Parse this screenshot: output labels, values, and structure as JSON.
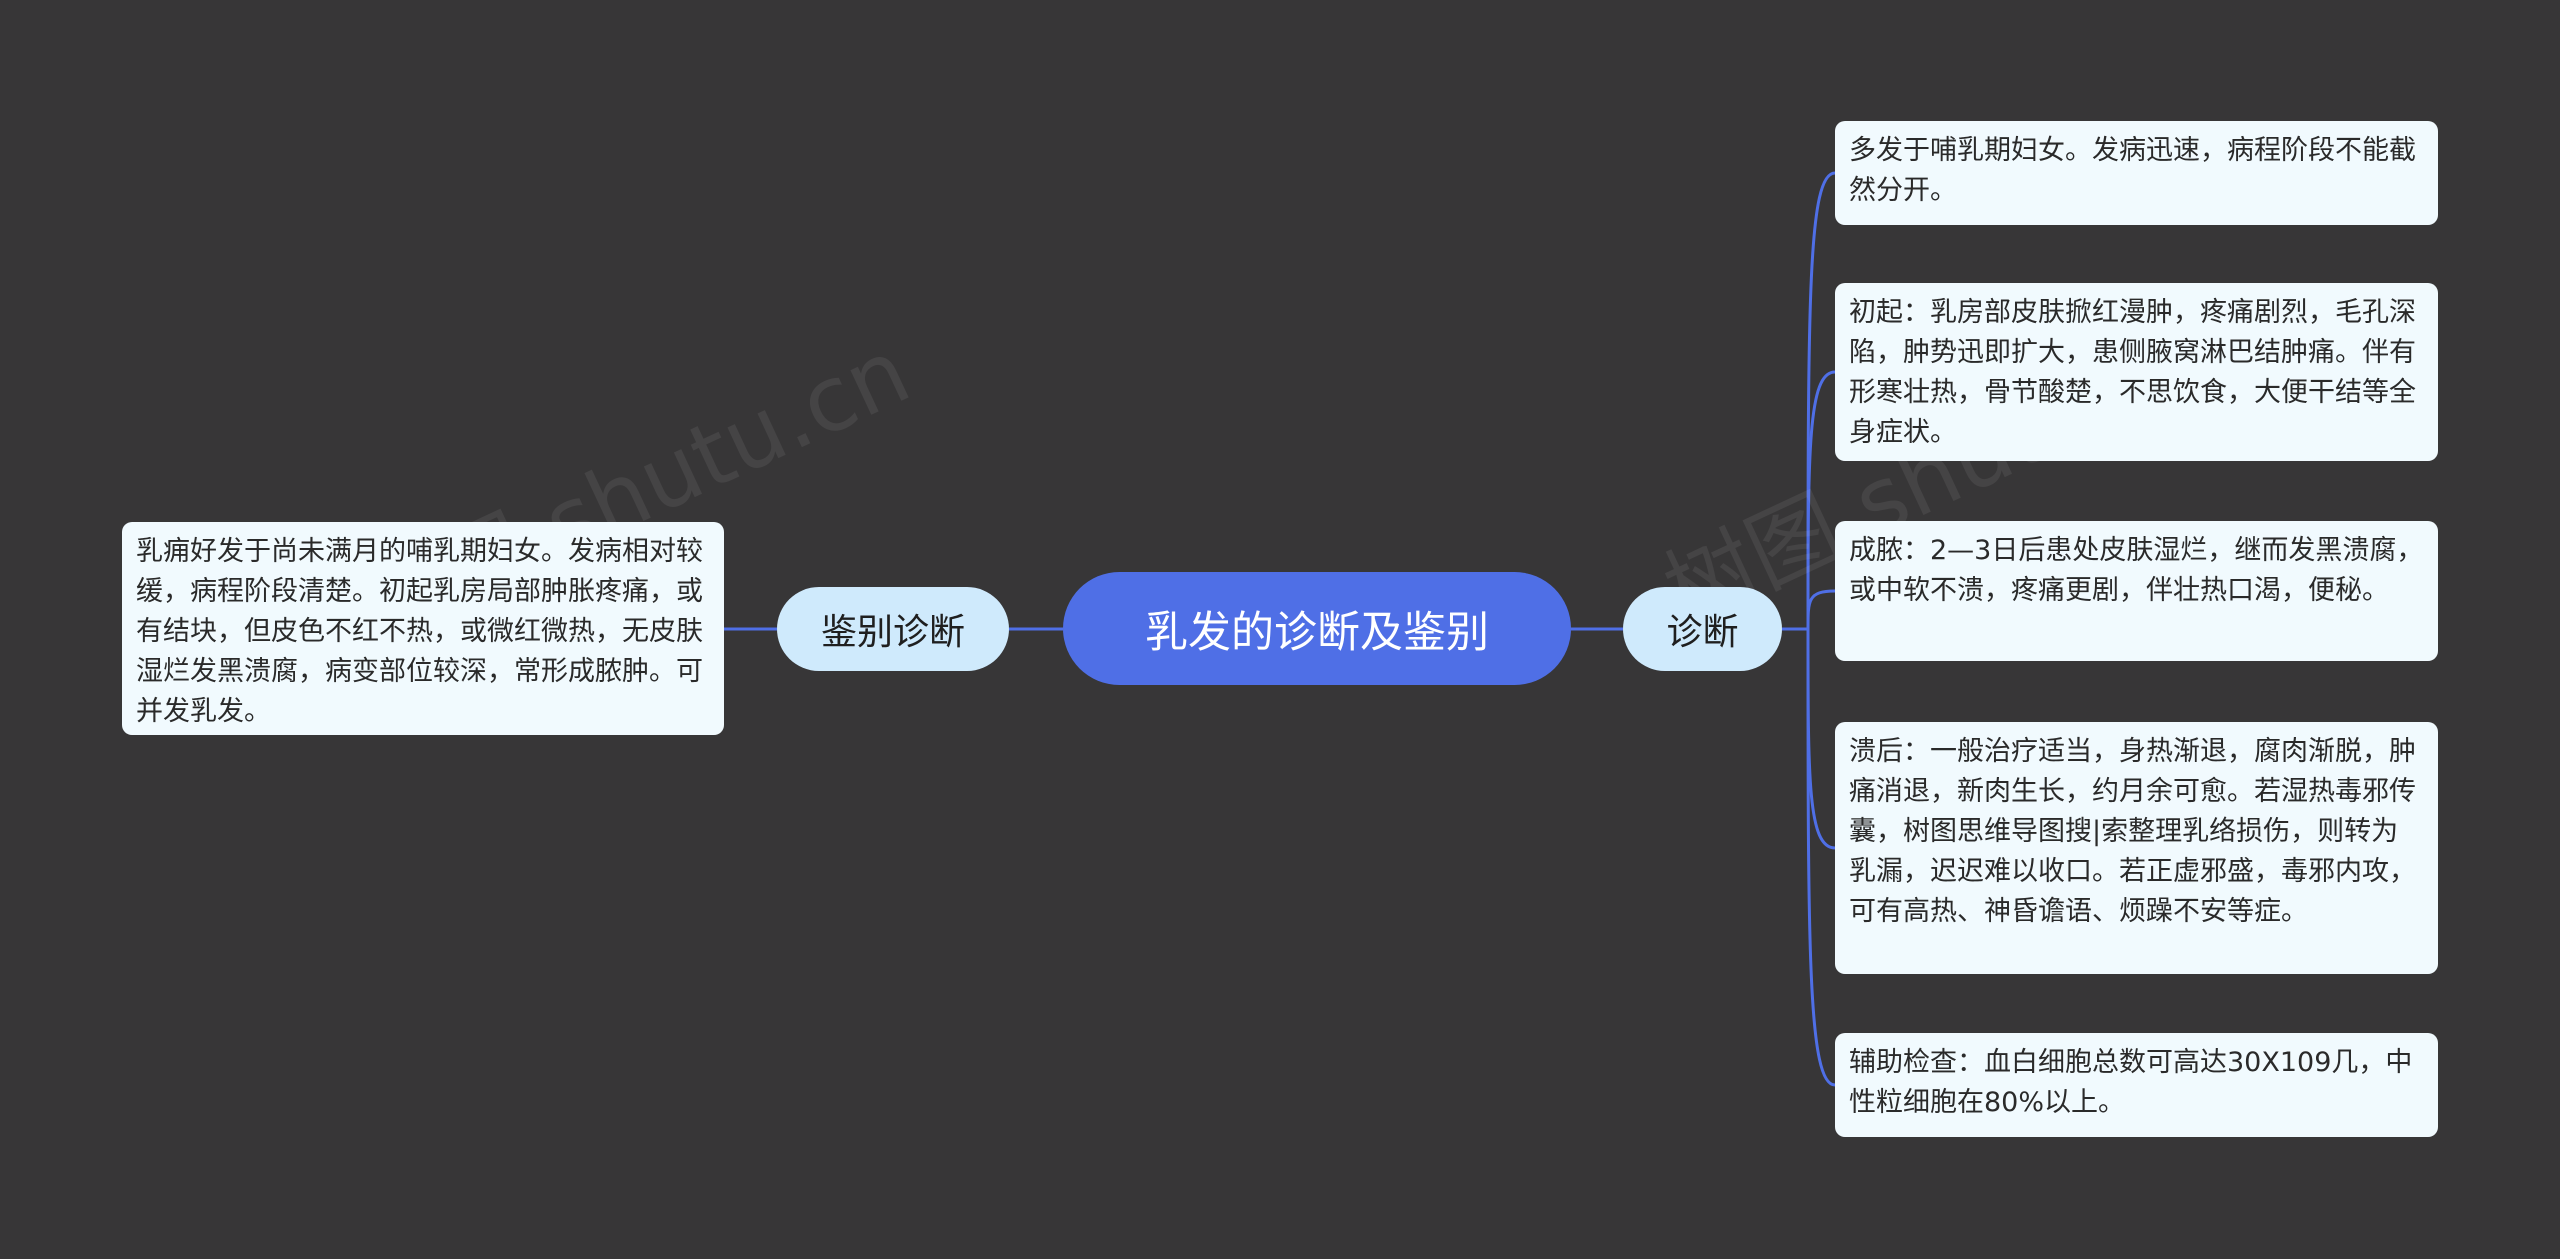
{
  "root": {
    "label": "乳发的诊断及鉴别"
  },
  "left_branch": {
    "label": "鉴别诊断",
    "leaf": "乳痈好发于尚未满月的哺乳期妇女。发病相对较缓，病程阶段清楚。初起乳房局部肿胀疼痛，或有结块，但皮色不红不热，或微红微热，无皮肤湿烂发黑溃腐，病变部位较深，常形成脓肿。可并发乳发。"
  },
  "right_branch": {
    "label": "诊断",
    "leaves": [
      "多发于哺乳期妇女。发病迅速，病程阶段不能截然分开。",
      "初起：乳房部皮肤掀红漫肿，疼痛剧烈，毛孔深陷，肿势迅即扩大，患侧腋窝淋巴结肿痛。伴有形寒壮热，骨节酸楚，不思饮食，大便干结等全身症状。",
      "成脓：2—3日后患处皮肤湿烂，继而发黑溃腐，或中软不溃，疼痛更剧，伴壮热口渴，便秘。",
      "溃后：一般治疗适当，身热渐退，腐肉渐脱，肿痛消退，新肉生长，约月余可愈。若湿热毒邪传囊，树图思维导图搜|索整理乳络损伤，则转为乳漏，迟迟难以收口。若正虚邪盛，毒邪内攻，可有高热、神昏谵语、烦躁不安等症。",
      "辅助检查：血白细胞总数可高达30X109几，中性粒细胞在80%以上。"
    ]
  },
  "watermarks": [
    "树图 shutu.cn",
    "树图 shutu.cn"
  ],
  "colors": {
    "background": "#373637",
    "root": "#4f6fe6",
    "branch": "#cfeafc",
    "leaf": "#f1fafe",
    "link": "#4f6fe6"
  }
}
